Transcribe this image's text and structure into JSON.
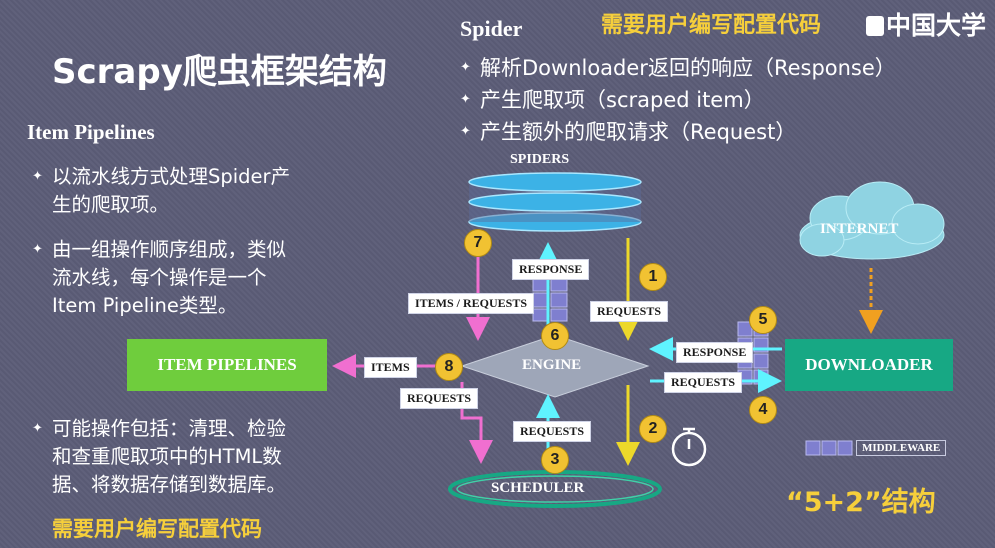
{
  "title": "Scrapy爬虫框架结构",
  "watermark": "中国大学",
  "spider_section": {
    "heading": "Spider",
    "items": [
      "解析Downloader返回的响应（Response）",
      "产生爬取项（scraped item）",
      "产生额外的爬取请求（Request）"
    ]
  },
  "top_note": "需要用户编写配置代码",
  "pipelines_section": {
    "heading": "Item Pipelines",
    "bullets": [
      {
        "lines": [
          "以流水线方式处理Spider产",
          "生的爬取项。"
        ]
      },
      {
        "lines": [
          "由一组操作顺序组成，类似",
          "流水线，每个操作是一个",
          "Item Pipeline类型。"
        ]
      },
      {
        "lines": [
          "可能操作包括：清理、检验",
          "和查重爬取项中的HTML数",
          "据、将数据存储到数据库。"
        ]
      }
    ]
  },
  "bottom_note": "需要用户编写配置代码",
  "structure_label": "“5+2”结构",
  "diagram": {
    "spiders": "SPIDERS",
    "internet": "INTERNET",
    "engine": "ENGINE",
    "downloader": "DOWNLOADER",
    "scheduler": "SCHEDULER",
    "item_pipelines": "ITEM PIPELINES",
    "middleware": "MIDDLEWARE",
    "labels": {
      "response_top": "RESPONSE",
      "items_requests": "ITEMS / REQUESTS",
      "requests_1": "REQUESTS",
      "response_dl": "RESPONSE",
      "requests_dl": "REQUESTS",
      "items": "ITEMS",
      "requests_8": "REQUESTS",
      "requests_3": "REQUESTS"
    },
    "steps": [
      "1",
      "2",
      "3",
      "4",
      "5",
      "6",
      "7",
      "8"
    ],
    "colors": {
      "item_pipelines": "#6fcd3d",
      "downloader": "#17a884",
      "engine": "#9ea6b8",
      "pink_arrow": "#f06fd0",
      "yellow_arrow": "#ecd82a",
      "cyan_arrow": "#5ff3ff",
      "step_circle": "#f1c232",
      "cloud": "#8fd3e2"
    }
  }
}
